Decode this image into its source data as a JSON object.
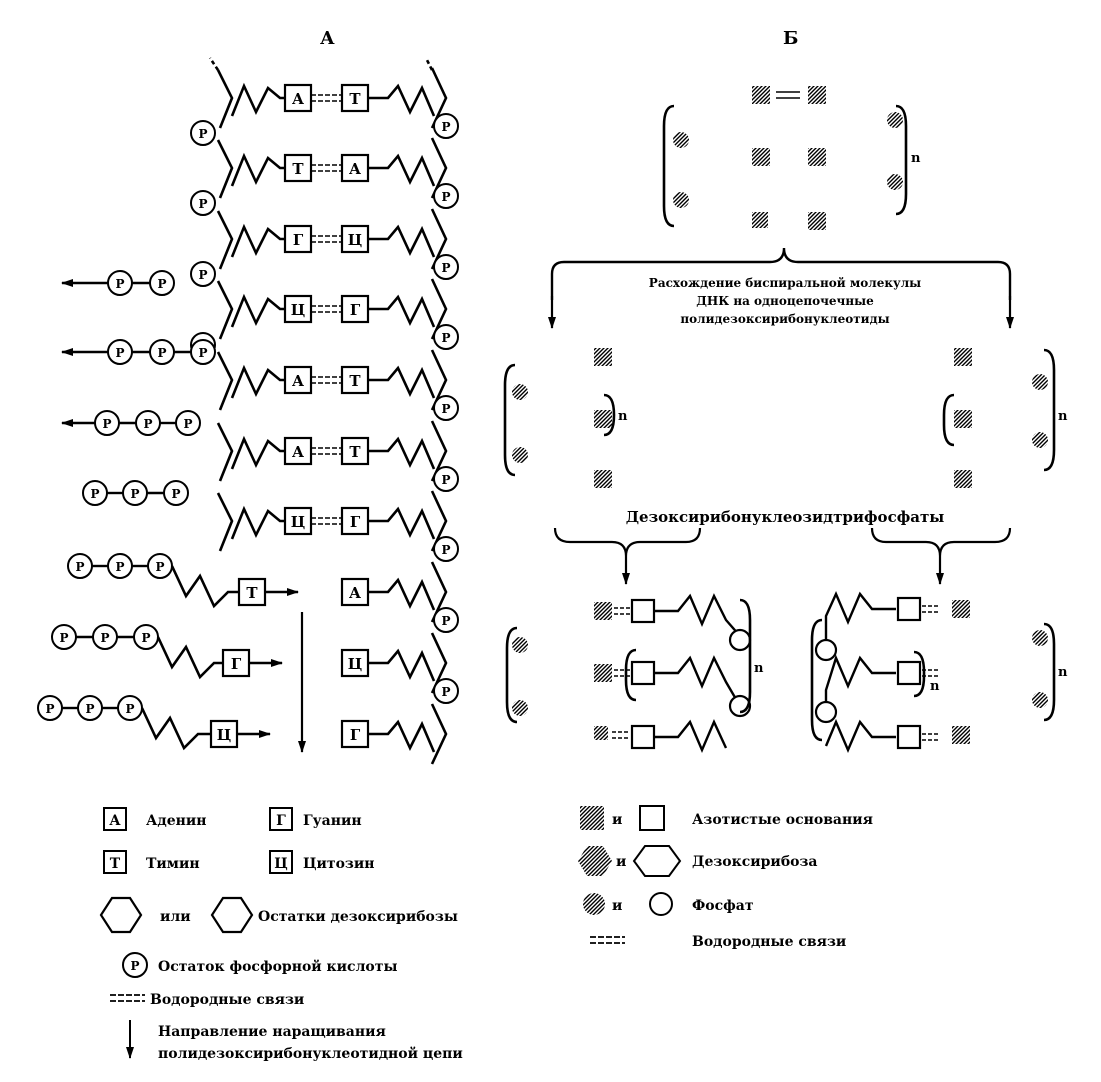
{
  "panel_a": {
    "title": "А",
    "phosphate": "Р",
    "pairs": [
      {
        "left": "А",
        "right": "Т"
      },
      {
        "left": "Т",
        "right": "А"
      },
      {
        "left": "Г",
        "right": "Ц"
      },
      {
        "left": "Ц",
        "right": "Г"
      },
      {
        "left": "А",
        "right": "Т"
      },
      {
        "left": "А",
        "right": "Т"
      },
      {
        "left": "Ц",
        "right": "Г"
      }
    ],
    "new_bases": [
      {
        "incoming": "Т",
        "template": "А"
      },
      {
        "incoming": "Г",
        "template": "Ц"
      },
      {
        "incoming": "Ц",
        "template": "Г"
      }
    ]
  },
  "panel_b": {
    "title": "Б",
    "repeat": "n",
    "separation": [
      "Расхождение биспиральной молекулы",
      "ДНК на одноцепочечные",
      "полидезоксирибонуклеотиды"
    ],
    "triphosphates": "Дезоксирибонуклеозидтрифосфаты"
  },
  "legend_a": {
    "adenine_symbol": "А",
    "adenine": "Аденин",
    "guanine_symbol": "Г",
    "guanine": "Гуанин",
    "thymine_symbol": "Т",
    "thymine": "Тимин",
    "cytosine_symbol": "Ц",
    "cytosine": "Цитозин",
    "or": "или",
    "sugar_residues": "Остатки дезоксирибозы",
    "phosphoric_acid": "Остаток фосфорной кислоты",
    "hydrogen_bonds": "Водородные связи",
    "direction": [
      "Направление наращивания",
      "полидезоксирибонуклеотидной цепи"
    ]
  },
  "legend_b": {
    "and": "и",
    "bases": "Азотистые основания",
    "deoxyribose": "Дезоксирибоза",
    "phosphate": "Фосфат",
    "hydrogen_bonds": "Водородные связи"
  }
}
